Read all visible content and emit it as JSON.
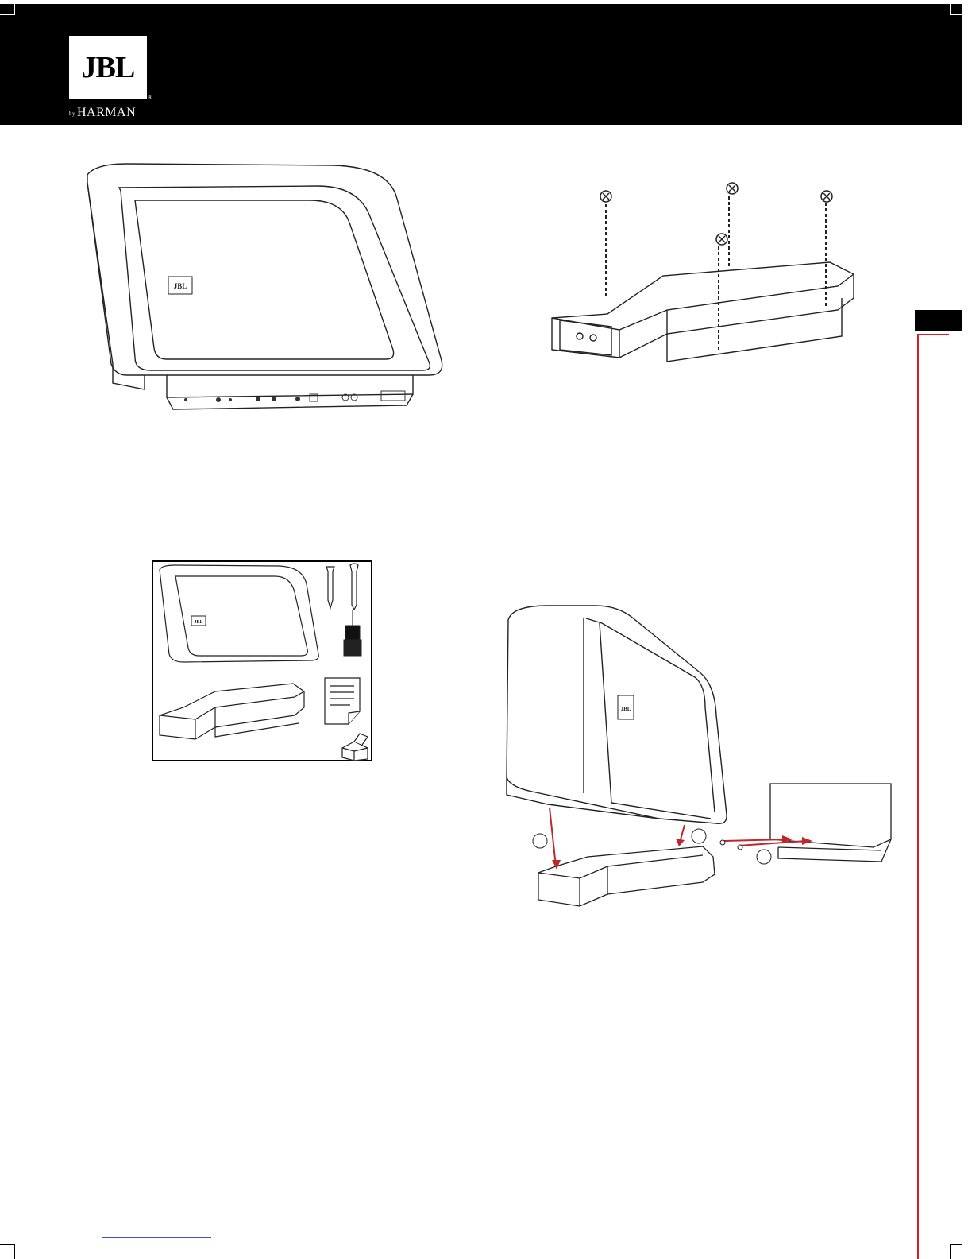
{
  "header": {
    "logo_text": "JBL",
    "logo_by": "by",
    "logo_brand": "HARMAN",
    "logo_reg": "®"
  },
  "figures": {
    "speaker_top": {
      "badge": "JBL"
    },
    "package_contents": {
      "badge": "JBL"
    },
    "mounting_assembly": {
      "badge": "JBL"
    }
  }
}
